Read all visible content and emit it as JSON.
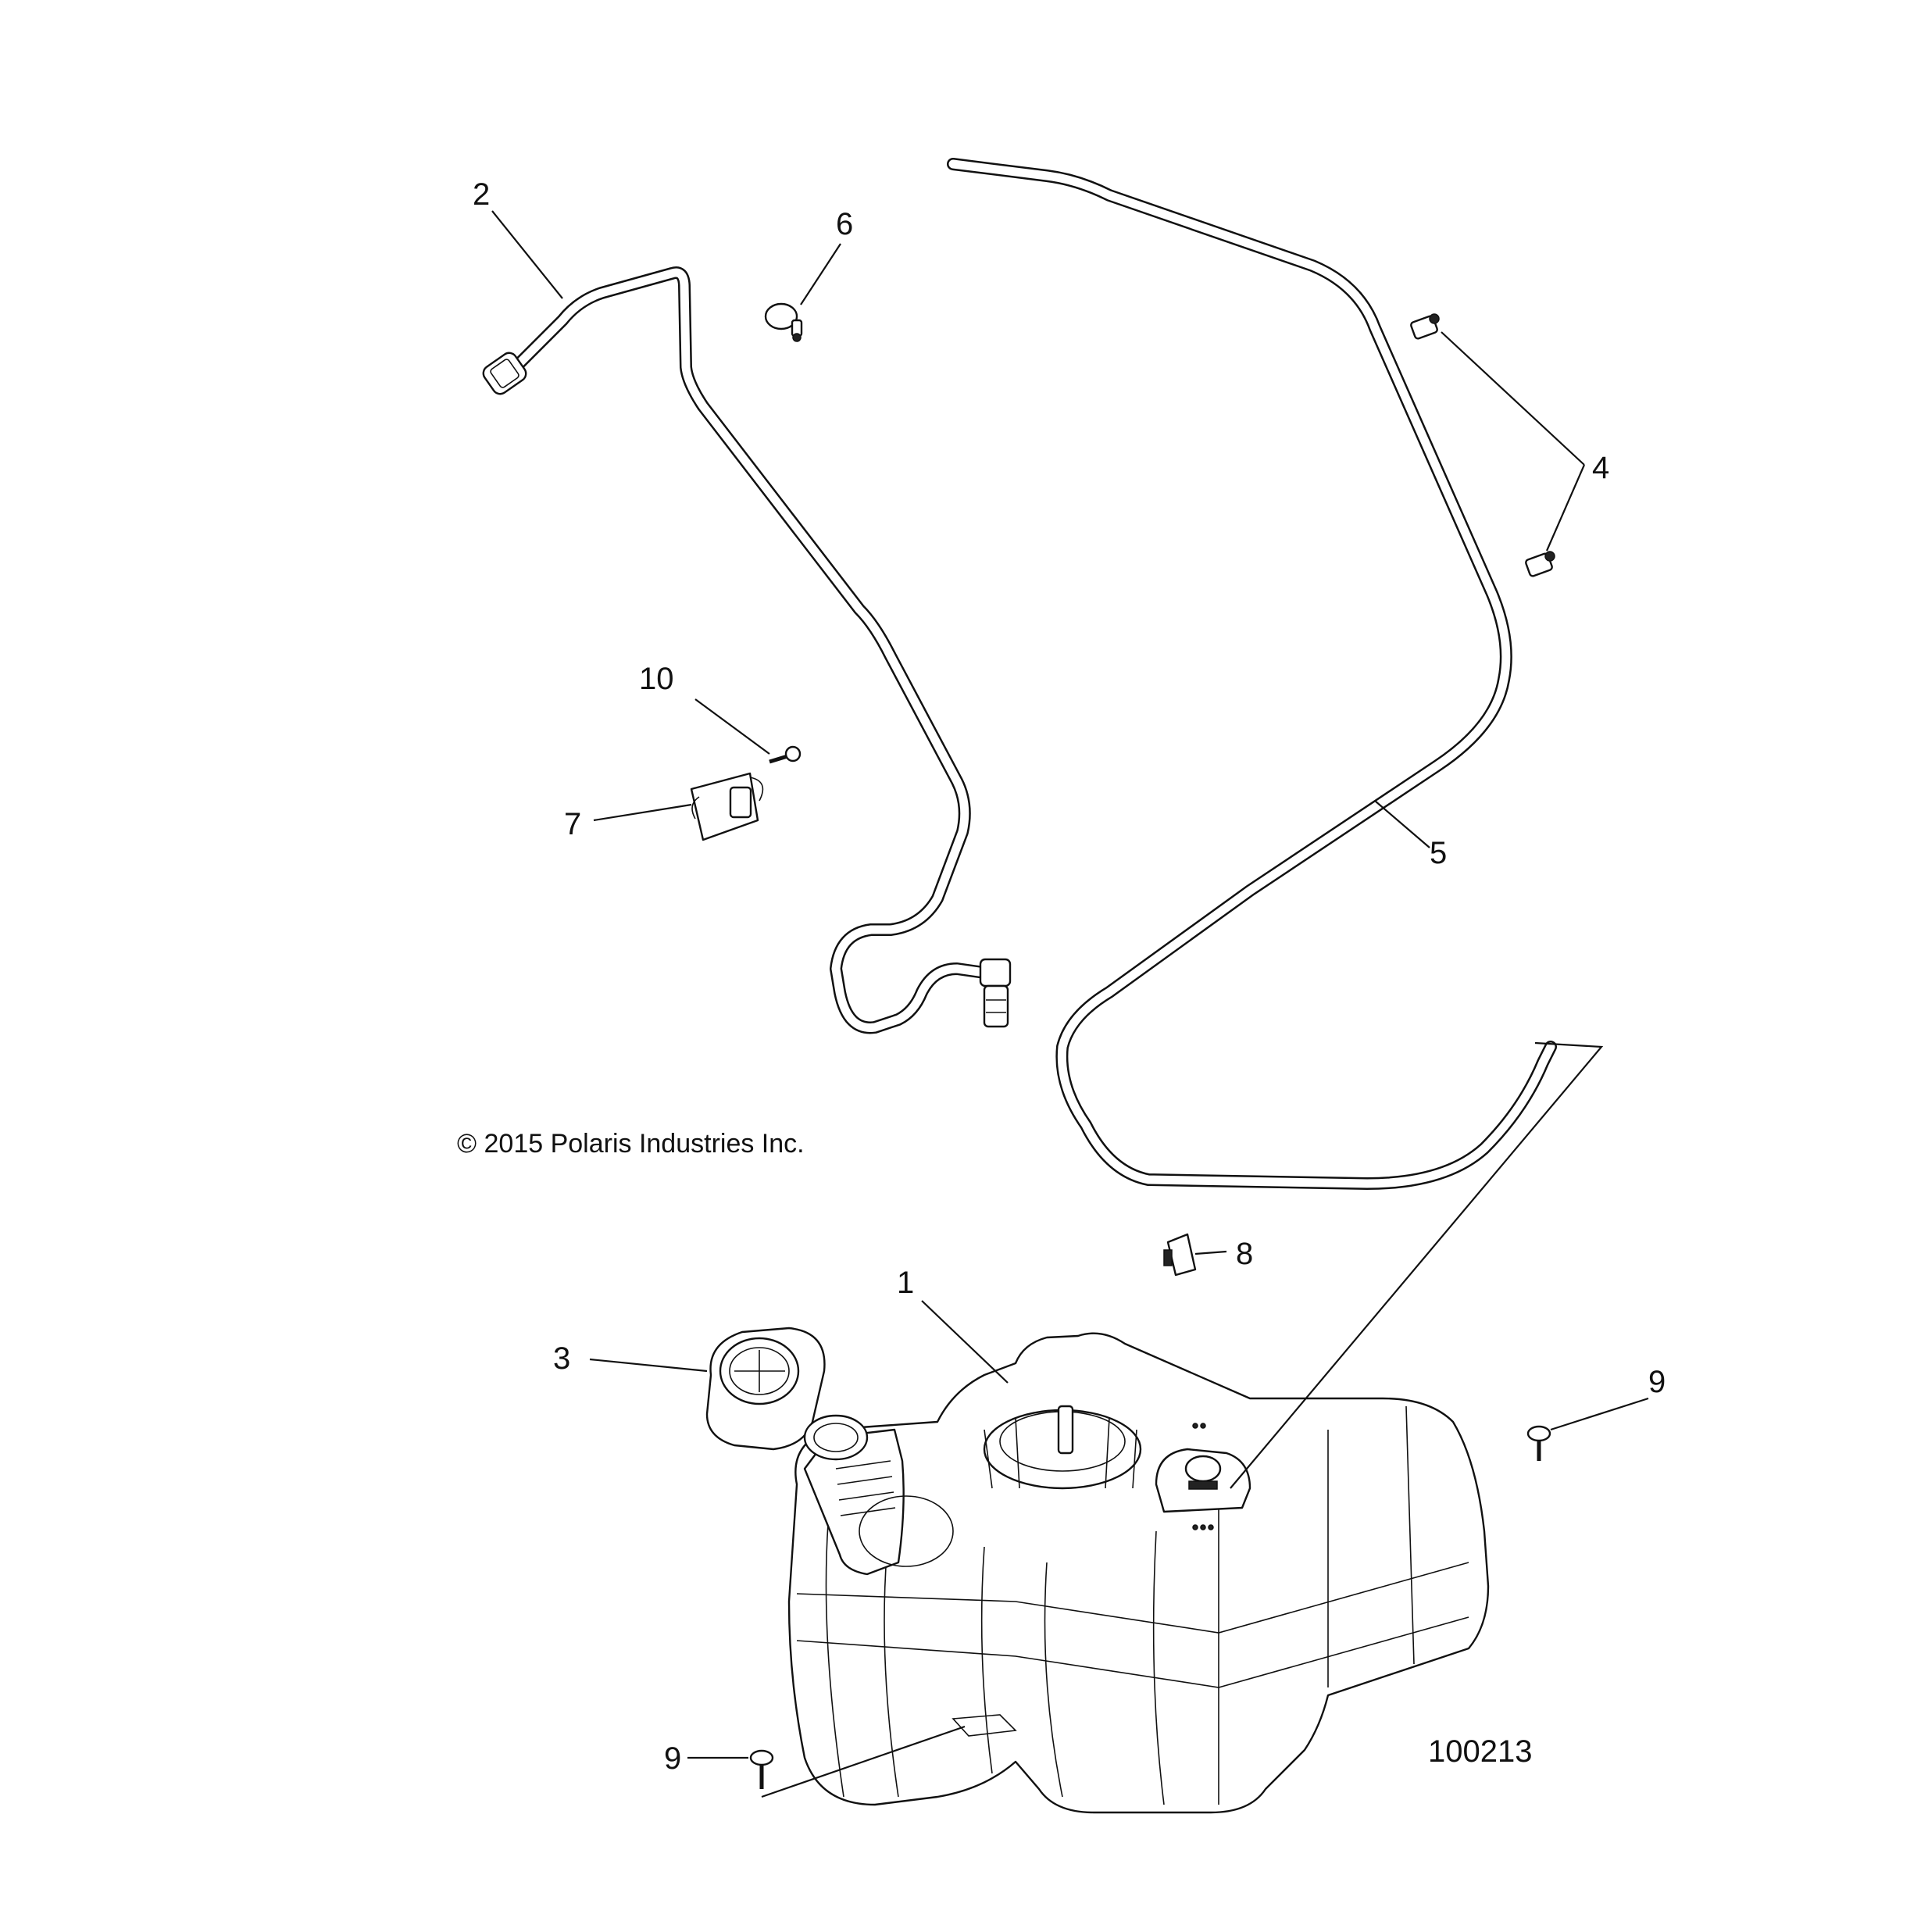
{
  "diagram": {
    "callouts": {
      "c1": "1",
      "c2": "2",
      "c3": "3",
      "c4": "4",
      "c5": "5",
      "c6": "6",
      "c7": "7",
      "c8": "8",
      "c9a": "9",
      "c9b": "9",
      "c10": "10"
    },
    "copyright": "© 2015 Polaris Industries Inc.",
    "figure_number": "100213"
  }
}
